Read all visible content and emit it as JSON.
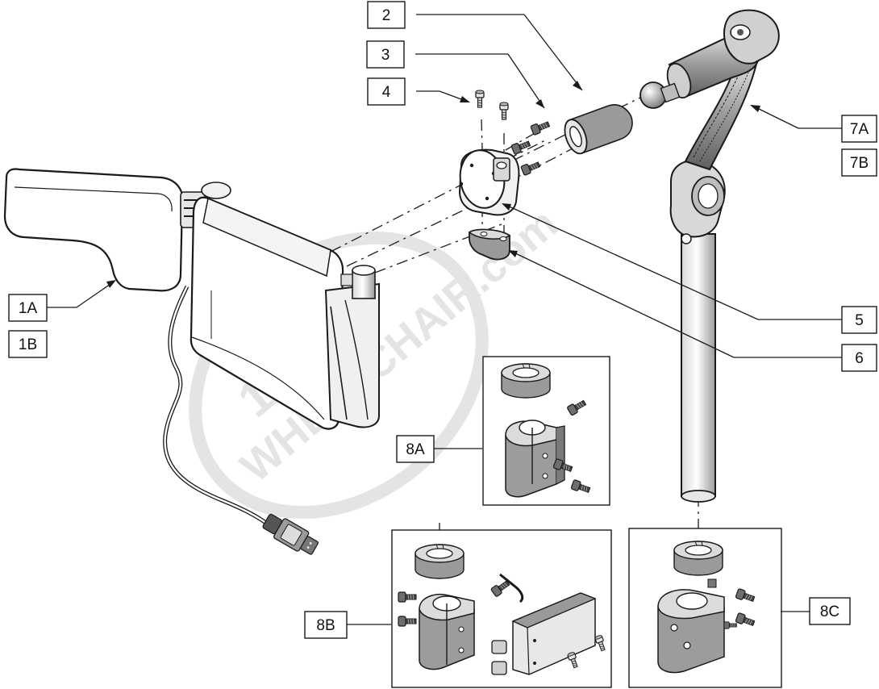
{
  "watermark": {
    "line1": "1-800",
    "line2": "WHEELCHAIR.com"
  },
  "callouts": {
    "c1A": "1A",
    "c1B": "1B",
    "c2": "2",
    "c3": "3",
    "c4": "4",
    "c5": "5",
    "c6": "6",
    "c7A": "7A",
    "c7B": "7B",
    "c8A": "8A",
    "c8B": "8B",
    "c8C": "8C"
  },
  "colors": {
    "line": "#1a1a1a",
    "part_fill": "#f2f2f2",
    "shade": "#b8b8b8",
    "watermark": "#cfcfcf"
  },
  "icons": [
    "joystick-handle",
    "mount-bracket",
    "ball-joint",
    "swing-arm",
    "clamp-ring",
    "cap-screw",
    "db9-connector"
  ]
}
